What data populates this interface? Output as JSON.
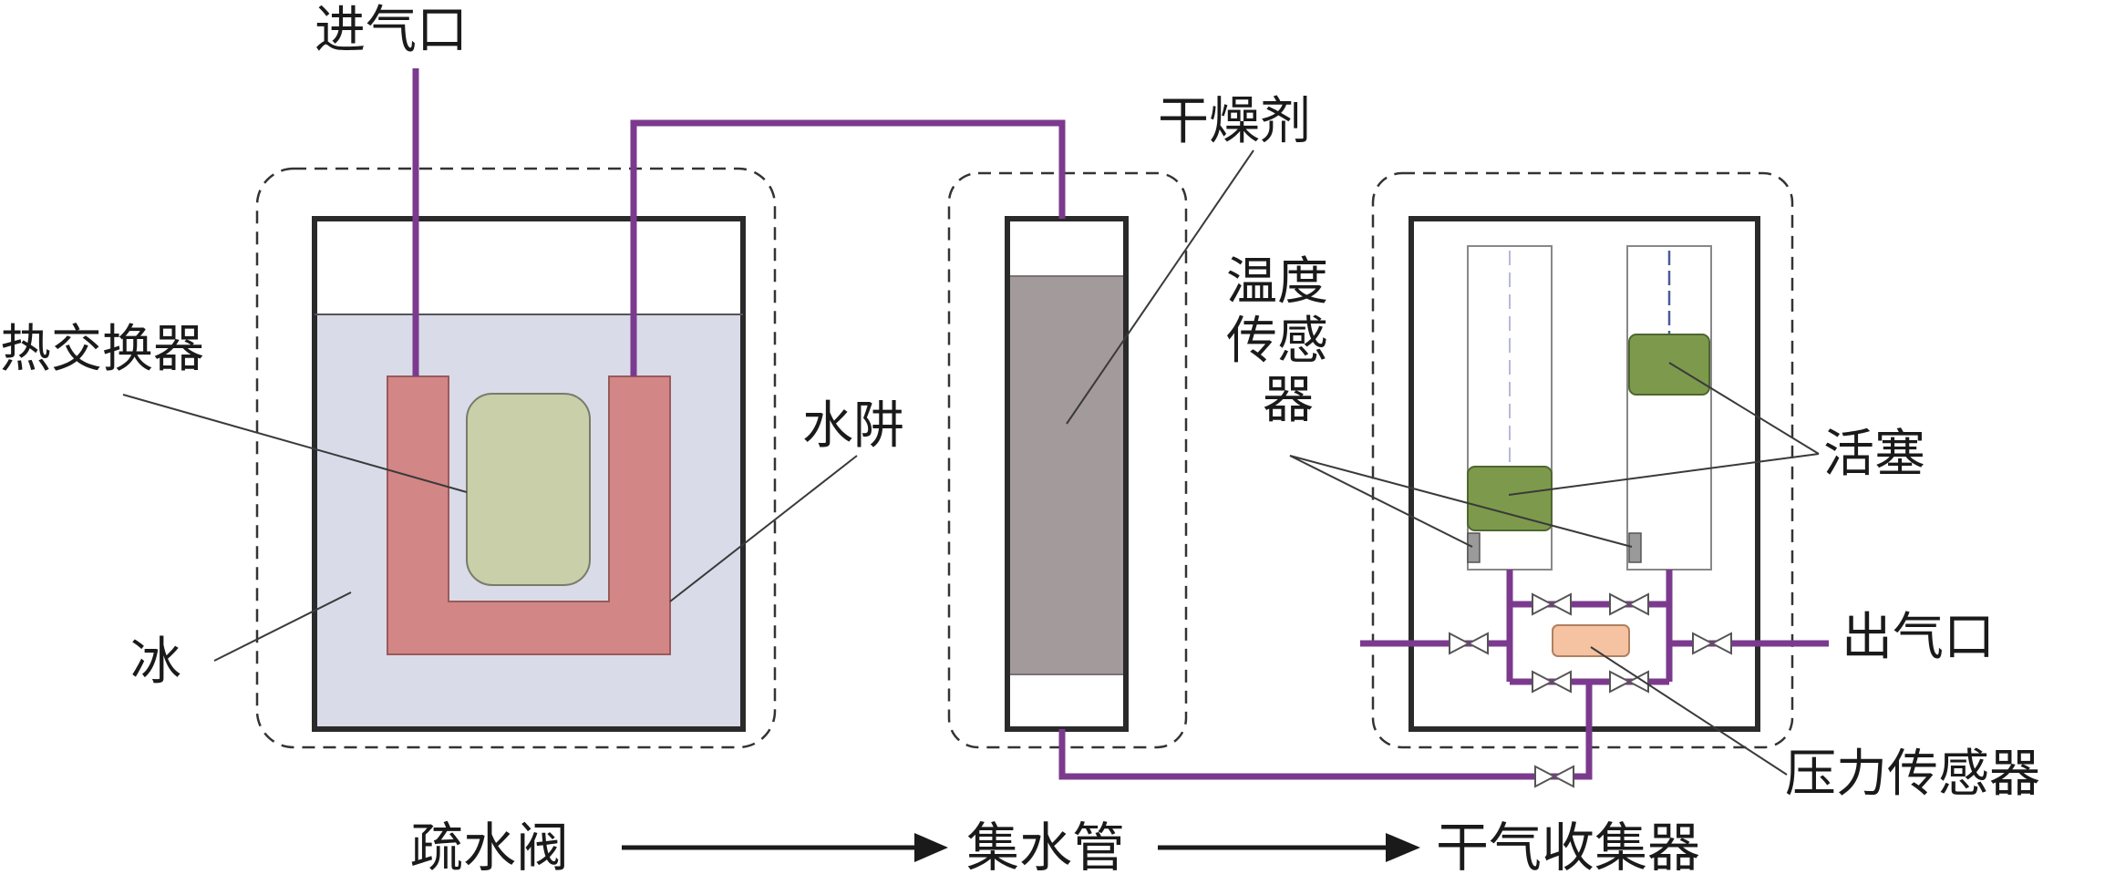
{
  "labels": {
    "inlet": "进气口",
    "heat_exchanger": "热交换器",
    "ice": "冰",
    "water_trap": "水阱",
    "desiccant": "干燥剂",
    "temp_sensor_line1": "温度",
    "temp_sensor_line2": "传感",
    "temp_sensor_line3": "器",
    "piston": "活塞",
    "outlet": "出气口",
    "pressure_sensor": "压力传感器"
  },
  "flow": {
    "step1": "疏水阀",
    "step2": "集水管",
    "step3": "干气收集器"
  },
  "colors": {
    "pipe": "#7b3a8e",
    "ice": "#d9dbe8",
    "water_trap": "#d28686",
    "heat_exchanger": "#c8cfa9",
    "desiccant": "#a39a9c",
    "piston": "#7d9a4c",
    "pressure_sensor": "#f5c3a2"
  }
}
